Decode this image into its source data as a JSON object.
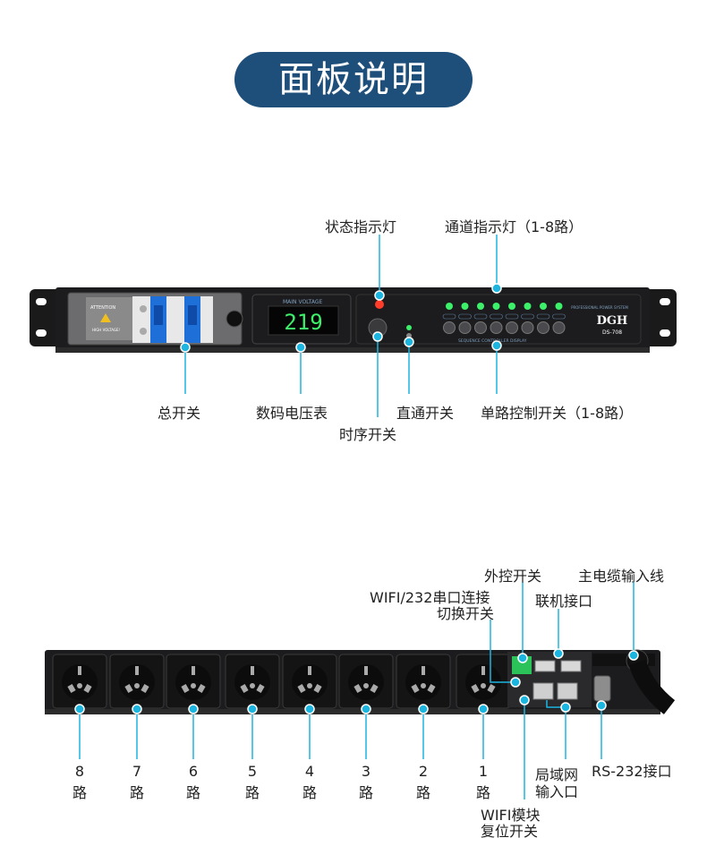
{
  "title": "面板说明",
  "front_panel": {
    "brand": "DGH",
    "model": "DS-708",
    "voltage_reading": "219",
    "voltage_caption": "MAIN VOLTAGE",
    "sequence_caption": "SEQUENCE CONTROLLER DISPLAY",
    "subtitle": "PROFESSIONAL POWER SYSTEM",
    "breaker_warning": "ATTENTION HIGH VOLTAGE!",
    "callouts": {
      "status_light": "状态指示灯",
      "channel_lights": "通道指示灯（1-8路）",
      "main_switch": "总开关",
      "voltmeter": "数码电压表",
      "sequence_switch": "时序开关",
      "bypass_switch": "直通开关",
      "channel_switches": "单路控制开关（1-8路）"
    }
  },
  "rear_panel": {
    "callouts": {
      "external_control": "外控开关",
      "main_power_cable": "主电缆输入线",
      "wifi_232_switch_l1": "WIFI/232串口连接",
      "wifi_232_switch_l2": "切换开关",
      "link_port": "联机接口",
      "lan_input_l1": "局域网",
      "lan_input_l2": "输入口",
      "rs232": "RS-232接口",
      "wifi_reset_l1": "WIFI模块",
      "wifi_reset_l2": "复位开关"
    },
    "outlets": [
      {
        "num": "8",
        "unit": "路"
      },
      {
        "num": "7",
        "unit": "路"
      },
      {
        "num": "6",
        "unit": "路"
      },
      {
        "num": "5",
        "unit": "路"
      },
      {
        "num": "4",
        "unit": "路"
      },
      {
        "num": "3",
        "unit": "路"
      },
      {
        "num": "2",
        "unit": "路"
      },
      {
        "num": "1",
        "unit": "路"
      }
    ]
  },
  "colors": {
    "title_bg": "#1e4f7b",
    "callout": "#1cb5e0",
    "led_green": "#3cf06a",
    "led_red": "#ff3b2a",
    "breaker_blue": "#1f6fd8",
    "panel": "#1c1c1e"
  }
}
